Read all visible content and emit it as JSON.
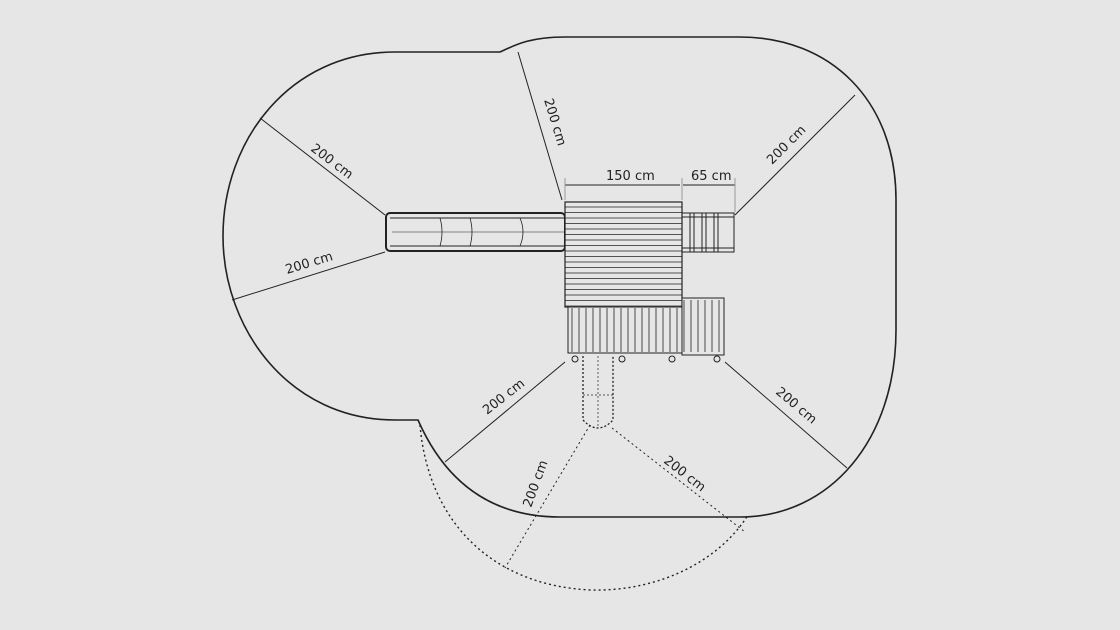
{
  "diagram": {
    "colors": {
      "background": "#e6e6e6",
      "line": "#222222"
    },
    "dimensions": {
      "top_slide": "200 cm",
      "left_upper": "200 cm",
      "left_lower": "200 cm",
      "right_upper": "200 cm",
      "deck_width": "150 cm",
      "ladder_width": "65 cm",
      "lower_left": "200 cm",
      "lower_right": "200 cm",
      "swing_left": "200 cm",
      "swing_right": "200 cm"
    }
  }
}
